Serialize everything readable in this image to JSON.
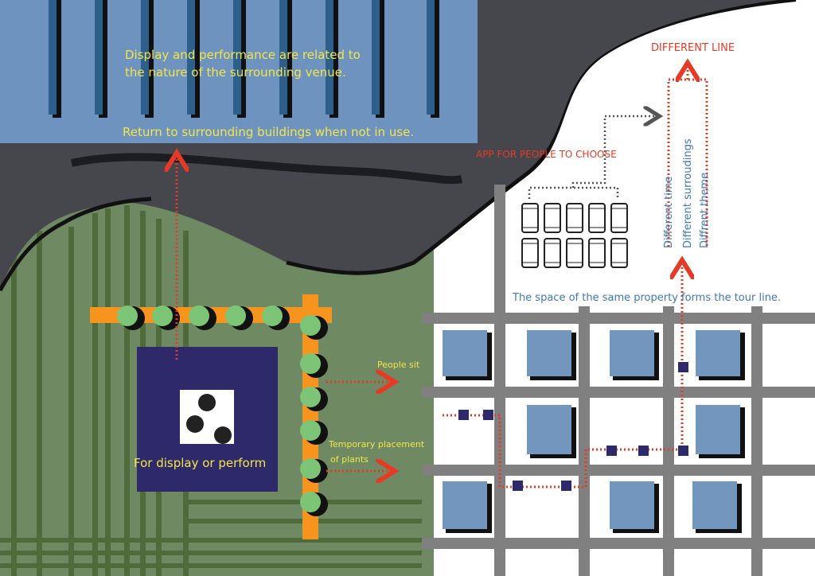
{
  "texts": {
    "display_caption_1": "Display and performance are related to",
    "display_caption_2": "the nature of the surrounding venue.",
    "return_caption": "Return to surrounding buildings when not in use.",
    "different_line": "DIFFERENT  LINE",
    "app_caption": "APP FOR PEOPLE TO CHOOSE",
    "different_time": "Different time",
    "different_surroundings": "Different surroudings",
    "different_theme": "Diffrent theme",
    "tour_line_caption": "The space of the same property forms the tour line.",
    "people_sit": "People sit",
    "temporary_placement_1": "Temporary placement",
    "temporary_placement_2": "of plants",
    "display_perform": "For display or perform"
  },
  "colors": {
    "sky_blue": "#6f93bf",
    "dark_band": "#45474c",
    "lawn_green": "#6f8a63",
    "stripe_green": "#4f6a3b",
    "orange_frame": "#f7941d",
    "circle_green": "#7cc576",
    "stage_navy": "#2e2a6a",
    "grid_gray": "#808080",
    "block_blue": "#7396bf",
    "route_red": "#e53b26",
    "caption_yellow": "#f2e64a",
    "caption_blue": "#3f78b8"
  }
}
